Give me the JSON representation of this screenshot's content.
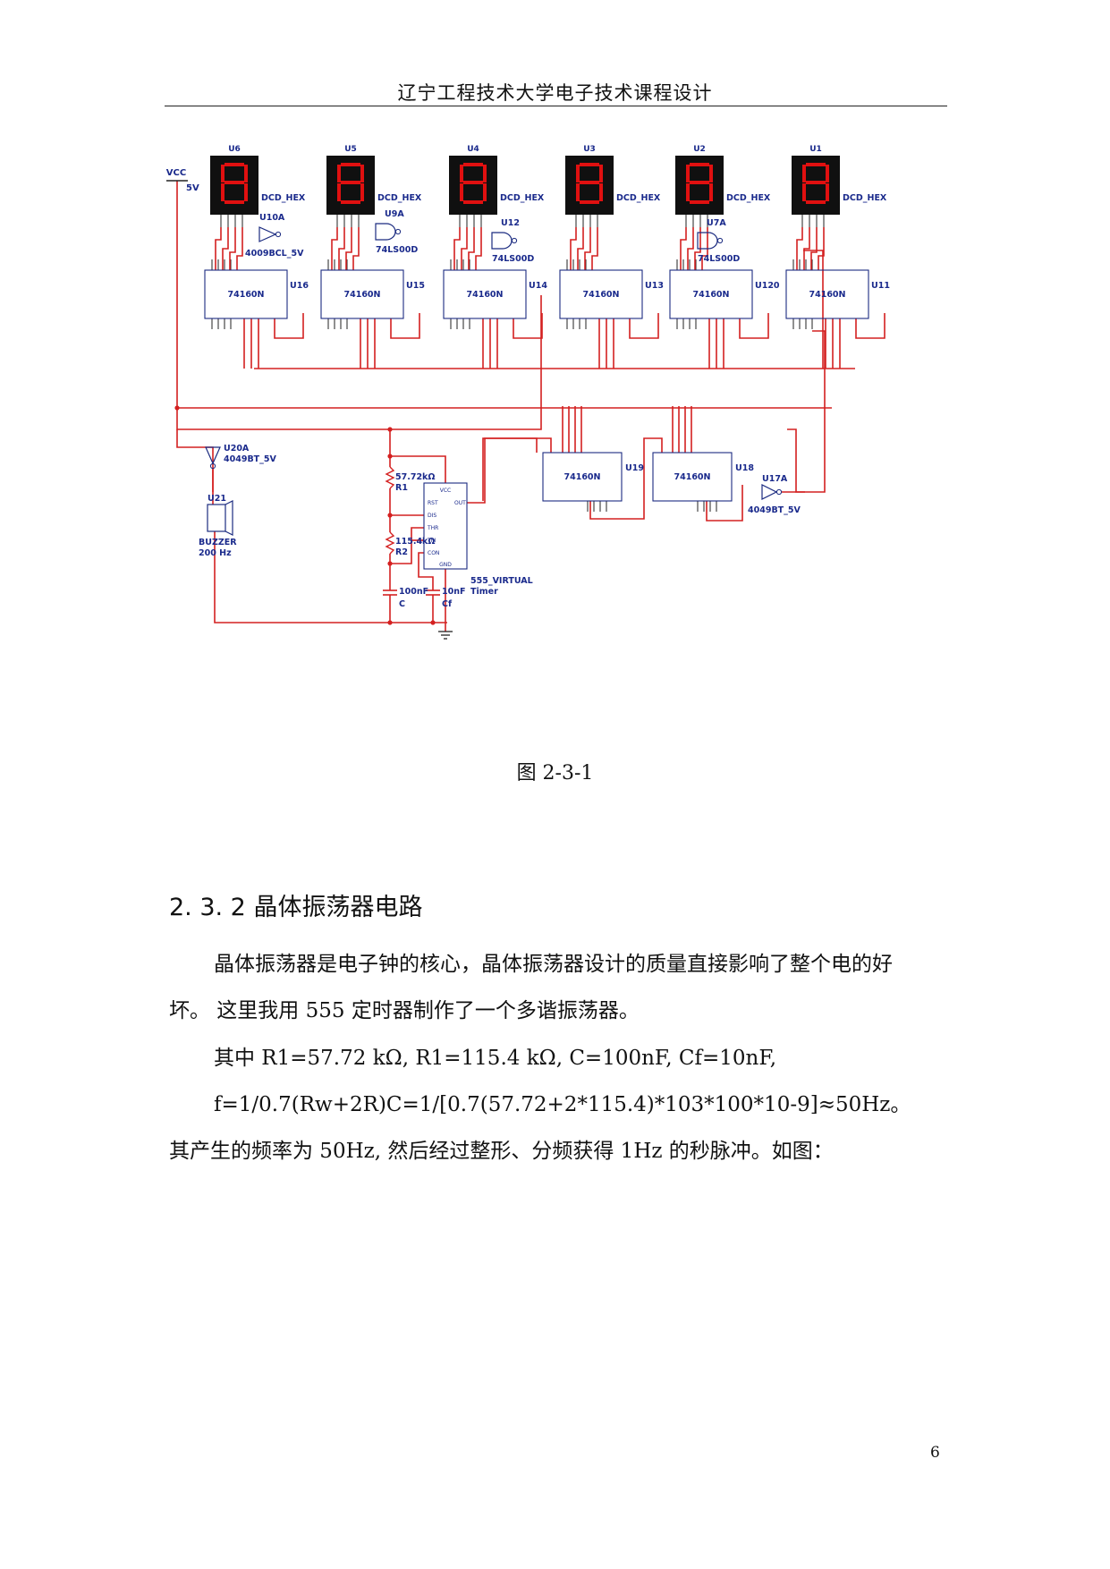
{
  "header": {
    "title": "辽宁工程技术大学电子技术课程设计"
  },
  "figure": {
    "vcc_label": "VCC",
    "vcc_value": "5V",
    "displays": [
      {
        "ref": "U6",
        "type": "DCD_HEX"
      },
      {
        "ref": "U5",
        "type": "DCD_HEX"
      },
      {
        "ref": "U4",
        "type": "DCD_HEX"
      },
      {
        "ref": "U3",
        "type": "DCD_HEX"
      },
      {
        "ref": "U2",
        "type": "DCD_HEX"
      },
      {
        "ref": "U1",
        "type": "DCD_HEX"
      }
    ],
    "counters": [
      {
        "ref": "U16",
        "part": "74160N"
      },
      {
        "ref": "U15",
        "part": "74160N"
      },
      {
        "ref": "U14",
        "part": "74160N"
      },
      {
        "ref": "U13",
        "part": "74160N"
      },
      {
        "ref": "U120",
        "part": "74160N"
      },
      {
        "ref": "U11",
        "part": "74160N"
      }
    ],
    "gates": [
      {
        "ref": "U10A",
        "part": "4009BCL_5V"
      },
      {
        "ref": "U9A",
        "part": "74LS00D"
      },
      {
        "ref": "U12",
        "part": "74LS00D"
      },
      {
        "ref": "U7A",
        "part": "74LS00D"
      }
    ],
    "divider_counters": [
      {
        "ref": "U19",
        "part": "74160N"
      },
      {
        "ref": "U18",
        "part": "74160N"
      }
    ],
    "inverter_u17": {
      "ref": "U17A",
      "part": "4049BT_5V"
    },
    "inverter_u20": {
      "ref": "U20A",
      "part": "4049BT_5V"
    },
    "buzzer": {
      "ref": "U21",
      "type": "BUZZER",
      "freq": "200 Hz"
    },
    "r1": {
      "value": "57.72kΩ",
      "ref": "R1"
    },
    "r2": {
      "value": "115.4kΩ",
      "ref": "R2"
    },
    "c": {
      "value": "100nF",
      "ref": "C"
    },
    "cf": {
      "value": "10nF",
      "ref": "Cf"
    },
    "timer": {
      "name": "555_VIRTUAL",
      "subname": "Timer",
      "pins": {
        "vcc": "VCC",
        "rst": "RST",
        "out": "OUT",
        "dis": "DIS",
        "thr": "THR",
        "tri": "TRI",
        "con": "CON",
        "gnd": "GND"
      }
    },
    "caption": "图 2-3-1"
  },
  "section": {
    "heading": "2. 3. 2 晶体振荡器电路",
    "p1_line1": "晶体振荡器是电子钟的核心，晶体振荡器设计的质量直接影响了整个电的好",
    "p1_line2": "坏。 这里我用 555 定时器制作了一个多谐振荡器。",
    "p2": "其中 R1=57.72 kΩ,  R1=115.4 kΩ,  C=100nF, Cf=10nF,",
    "p3": "f=1/0.7(Rw+2R)C=1/[0.7(57.72+2*115.4)*103*100*10-9]≈50Hz。",
    "p4": "其产生的频率为 50Hz, 然后经过整形、分频获得 1Hz 的秒脉冲。如图："
  },
  "page_number": "6",
  "colors": {
    "wire": "#d42020",
    "label": "#1a2a8c",
    "segment": "#e01010",
    "display_bg": "#101010"
  }
}
